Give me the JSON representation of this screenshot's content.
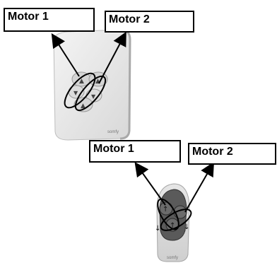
{
  "wall_switch": {
    "motor_1_label": "Motor 1",
    "motor_2_label": "Motor 2",
    "brand": "somfy"
  },
  "remote": {
    "motor_1_label": "Motor 1",
    "motor_2_label": "Motor 2",
    "brand": "somfy"
  },
  "colors": {
    "device_body": "#ececec",
    "device_shadow": "#bdbdbd",
    "remote_dark": "#555555",
    "annotation": "#000000"
  }
}
